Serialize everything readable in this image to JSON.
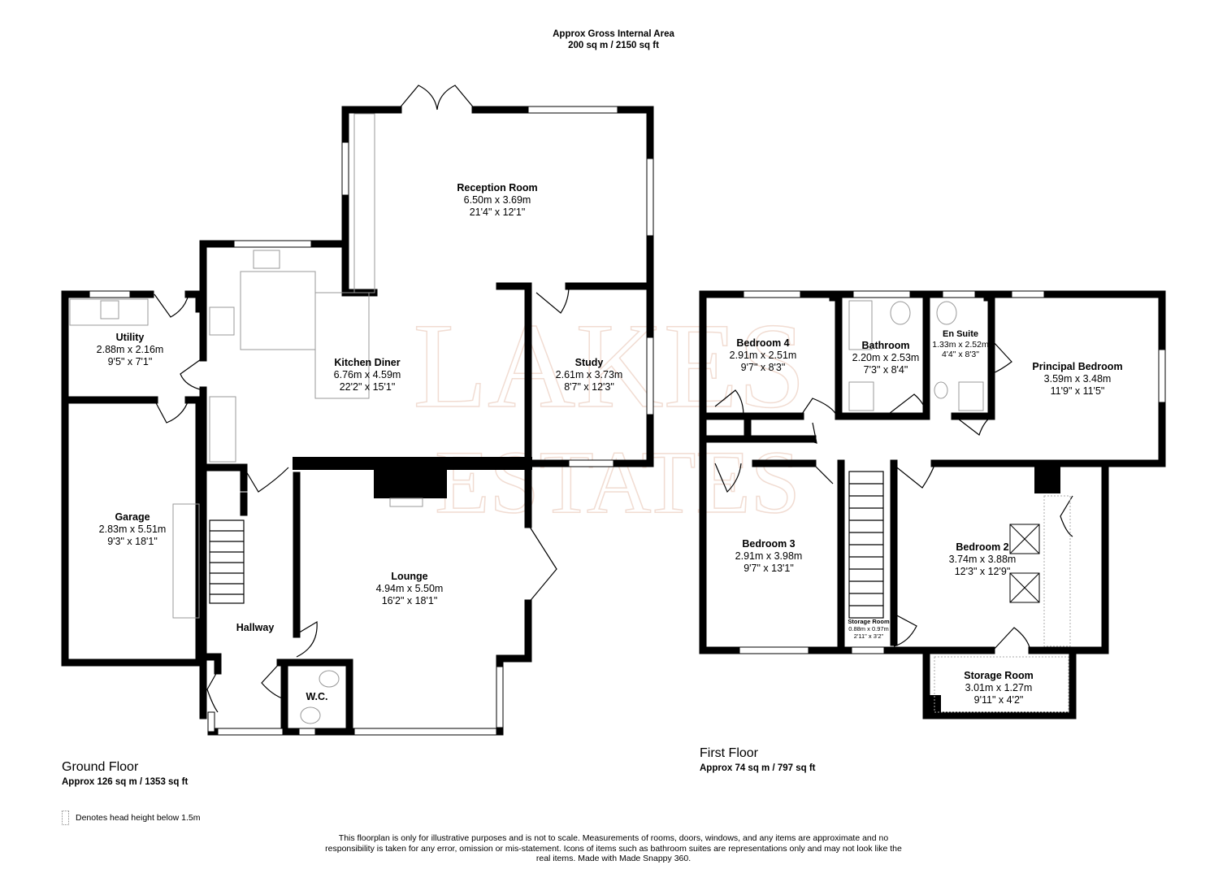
{
  "header": {
    "title": "Approx Gross Internal Area",
    "area": "200 sq m / 2150 sq ft"
  },
  "watermark": {
    "line1": "LAKES",
    "line2": "ESTATES"
  },
  "ground_floor": {
    "label": "Ground Floor",
    "area": "Approx 126 sq m / 1353 sq ft",
    "rooms": [
      {
        "name": "Reception Room",
        "metric": "6.50m x 3.69m",
        "imperial": "21'4\" x 12'1\""
      },
      {
        "name": "Utility",
        "metric": "2.88m x 2.16m",
        "imperial": "9'5\" x 7'1\""
      },
      {
        "name": "Kitchen Diner",
        "metric": "6.76m x 4.59m",
        "imperial": "22'2\" x 15'1\""
      },
      {
        "name": "Study",
        "metric": "2.61m x 3.73m",
        "imperial": "8'7\" x 12'3\""
      },
      {
        "name": "Garage",
        "metric": "2.83m x 5.51m",
        "imperial": "9'3\" x 18'1\""
      },
      {
        "name": "Lounge",
        "metric": "4.94m x 5.50m",
        "imperial": "16'2\" x 18'1\""
      },
      {
        "name": "Hallway"
      },
      {
        "name": "W.C."
      }
    ]
  },
  "first_floor": {
    "label": "First Floor",
    "area": "Approx 74 sq m / 797 sq ft",
    "rooms": [
      {
        "name": "Bedroom 4",
        "metric": "2.91m x 2.51m",
        "imperial": "9'7\" x 8'3\""
      },
      {
        "name": "Bathroom",
        "metric": "2.20m x 2.53m",
        "imperial": "7'3\" x 8'4\""
      },
      {
        "name": "En Suite",
        "metric": "1.33m x 2.52m",
        "imperial": "4'4\" x 8'3\""
      },
      {
        "name": "Principal Bedroom",
        "metric": "3.59m x 3.48m",
        "imperial": "11'9\" x 11'5\""
      },
      {
        "name": "Bedroom 3",
        "metric": "2.91m x 3.98m",
        "imperial": "9'7\" x 13'1\""
      },
      {
        "name": "Bedroom 2",
        "metric": "3.74m x 3.88m",
        "imperial": "12'3\" x 12'9\""
      },
      {
        "name": "Storage Room",
        "metric": "0.88m x 0.97m",
        "imperial": "2'11\" x 3'2\""
      },
      {
        "name": "Storage Room",
        "metric": "3.01m x 1.27m",
        "imperial": "9'11\" x 4'2\""
      }
    ]
  },
  "legend": {
    "text": "Denotes head height below 1.5m"
  },
  "disclaimer": "This floorplan is only for illustrative purposes and is not to scale. Measurements of rooms, doors, windows, and any items are approximate and no responsibility is taken for any error, omission or mis-statement. Icons of items such as bathroom suites are representations only and may not look like the real items. Made with Made Snappy 360."
}
